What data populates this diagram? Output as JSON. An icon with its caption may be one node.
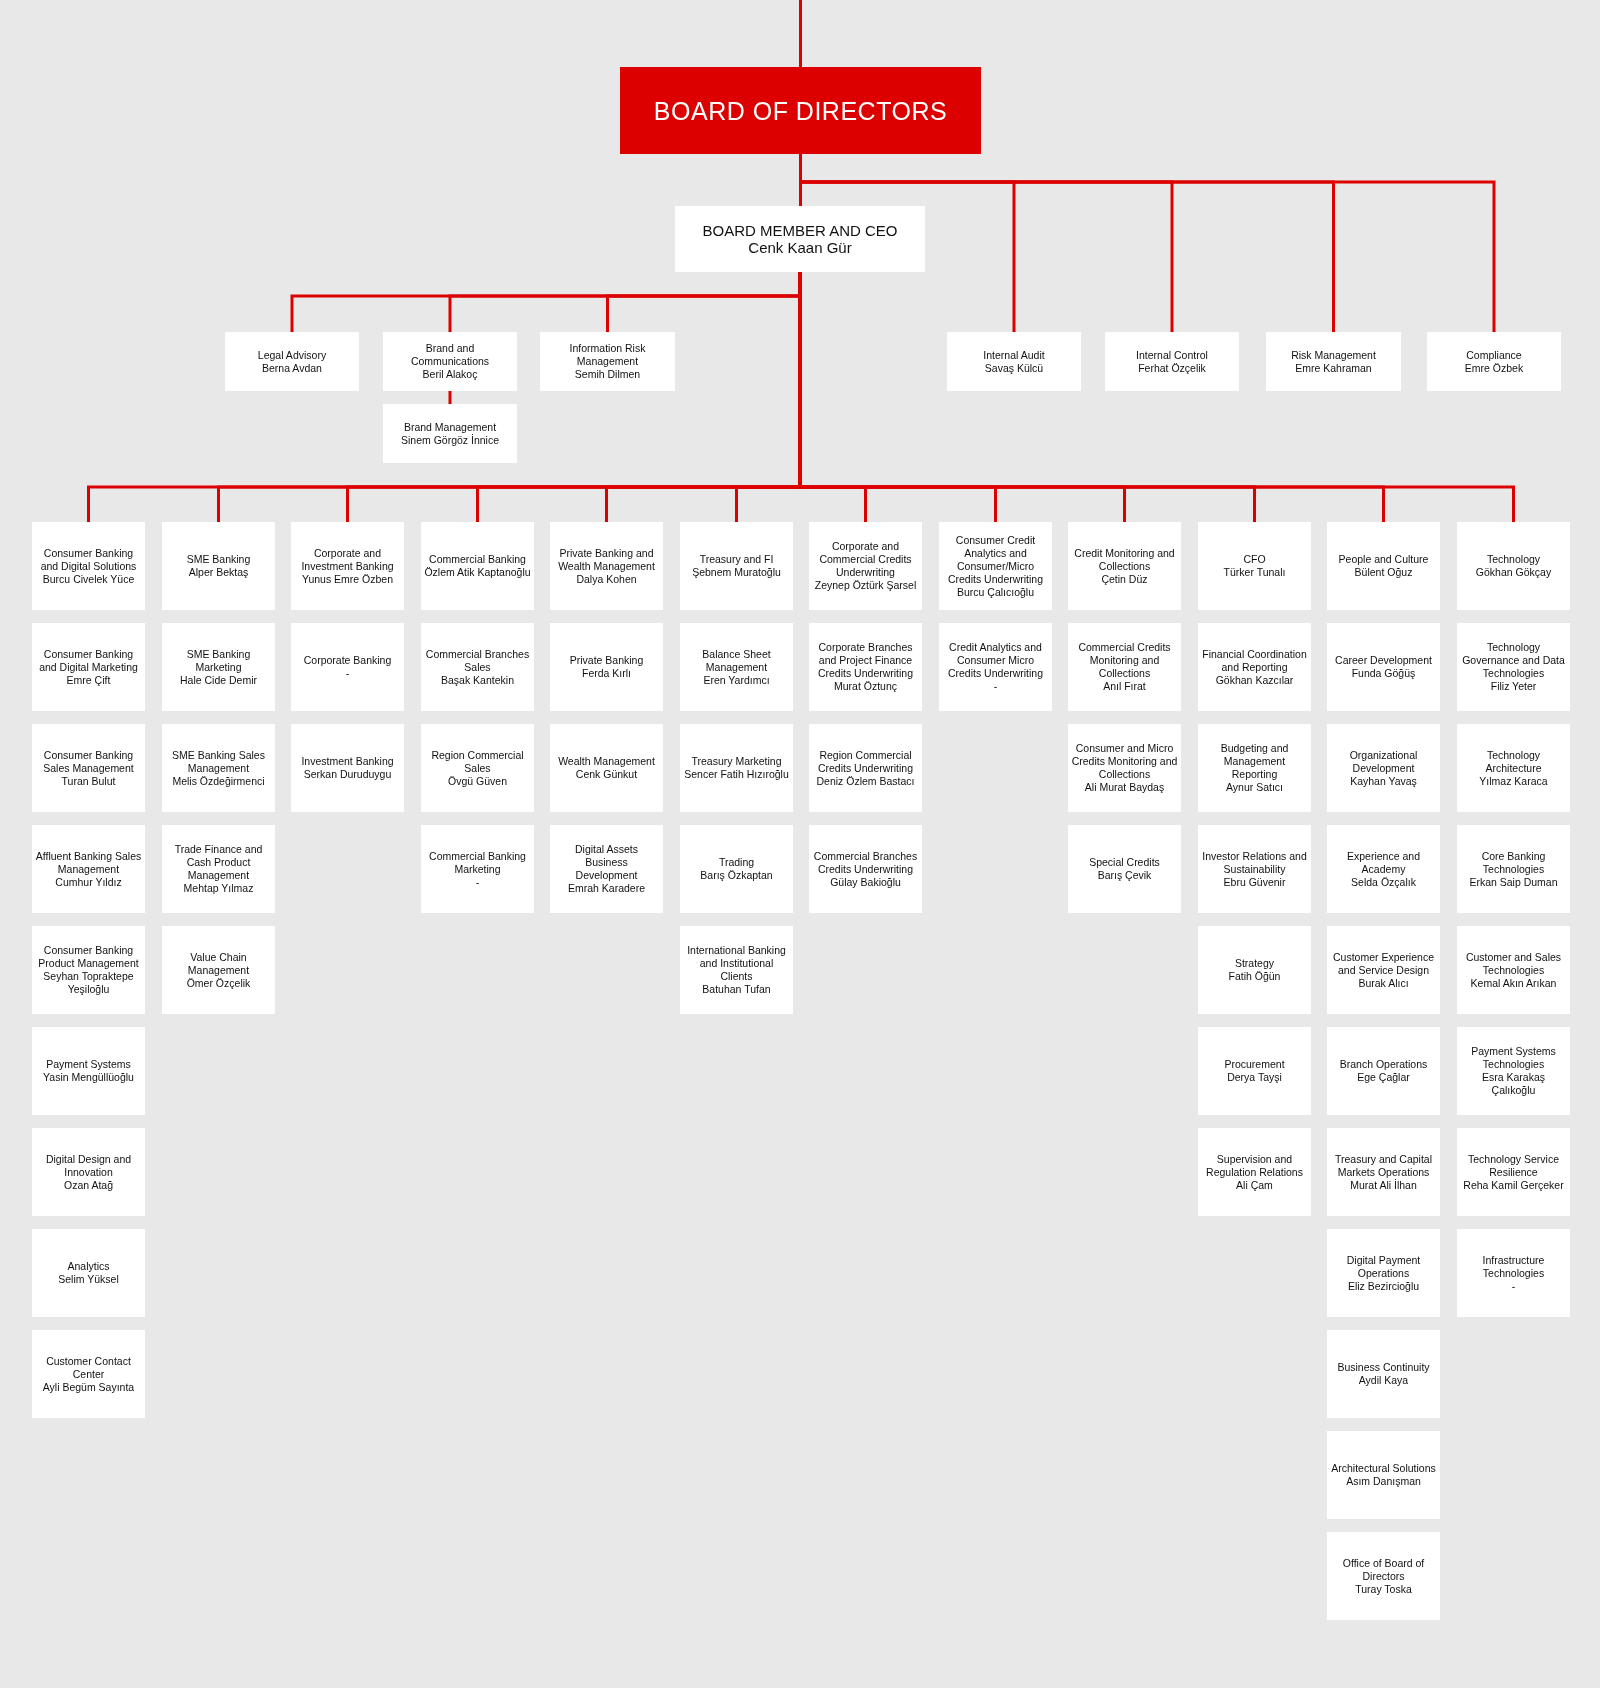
{
  "diagram": {
    "nodes": [
      {
        "text": [
          "BOARD OF DIRECTORS"
        ]
      },
      {
        "text": [
          "BOARD MEMBER AND CEO",
          "Cenk Kaan Gür"
        ]
      },
      {
        "text": [
          "Legal Advisory",
          "Berna Avdan"
        ]
      },
      {
        "text": [
          "Brand and Communications",
          "Beril Alakoç"
        ]
      },
      {
        "text": [
          "Information Risk Management",
          "Semih Dilmen"
        ]
      },
      {
        "text": [
          "Brand Management",
          "Sinem Görgöz İnnice"
        ]
      },
      {
        "text": [
          "Internal Audit",
          "Savaş Külcü"
        ]
      },
      {
        "text": [
          "Internal Control",
          "Ferhat Özçelik"
        ]
      },
      {
        "text": [
          "Risk Management",
          "Emre Kahraman"
        ]
      },
      {
        "text": [
          "Compliance",
          "Emre Özbek"
        ]
      },
      {
        "text": [
          "Consumer Banking and Digital Solutions",
          "Burcu Civelek Yüce"
        ]
      },
      {
        "text": [
          "Consumer Banking and Digital Marketing",
          "Emre Çift"
        ]
      },
      {
        "text": [
          "Consumer Banking Sales Management",
          "Turan Bulut"
        ]
      },
      {
        "text": [
          "Affluent Banking Sales Management",
          "Cumhur Yıldız"
        ]
      },
      {
        "text": [
          "Consumer Banking Product Management",
          "Seyhan Topraktepe Yeşiloğlu"
        ]
      },
      {
        "text": [
          "Payment Systems",
          "Yasin Mengüllüoğlu"
        ]
      },
      {
        "text": [
          "Digital Design and Innovation",
          "Ozan Atağ"
        ]
      },
      {
        "text": [
          "Analytics",
          "Selim Yüksel"
        ]
      },
      {
        "text": [
          "Customer Contact Center",
          "Ayli Begüm Sayınta"
        ]
      },
      {
        "text": [
          "SME Banking",
          "Alper Bektaş"
        ]
      },
      {
        "text": [
          "SME Banking Marketing",
          "Hale Cide Demir"
        ]
      },
      {
        "text": [
          "SME Banking Sales Management",
          "Melis Özdeğirmenci"
        ]
      },
      {
        "text": [
          "Trade Finance and Cash Product Management",
          "Mehtap Yılmaz"
        ]
      },
      {
        "text": [
          "Value Chain Management",
          "Ömer Özçelik"
        ]
      },
      {
        "text": [
          "Corporate and Investment Banking",
          "Yunus Emre Özben"
        ]
      },
      {
        "text": [
          "Corporate Banking",
          "-"
        ]
      },
      {
        "text": [
          "Investment Banking",
          "Serkan Duruduygu"
        ]
      },
      {
        "text": [
          "Commercial Banking",
          "Özlem Atik Kaptanoğlu"
        ]
      },
      {
        "text": [
          "Commercial Branches Sales",
          "Başak Kantekin"
        ]
      },
      {
        "text": [
          "Region Commercial Sales",
          "Övgü Güven"
        ]
      },
      {
        "text": [
          "Commercial Banking Marketing",
          "-"
        ]
      },
      {
        "text": [
          "Private Banking and Wealth Management",
          "Dalya Kohen"
        ]
      },
      {
        "text": [
          "Private Banking",
          "Ferda Kırlı"
        ]
      },
      {
        "text": [
          "Wealth Management",
          "Cenk Günkut"
        ]
      },
      {
        "text": [
          "Digital Assets Business Development",
          "Emrah Karadere"
        ]
      },
      {
        "text": [
          "Treasury and FI",
          "Şebnem Muratoğlu"
        ]
      },
      {
        "text": [
          "Balance Sheet Management",
          "Eren Yardımcı"
        ]
      },
      {
        "text": [
          "Treasury Marketing",
          "Sencer Fatih Hızıroğlu"
        ]
      },
      {
        "text": [
          "Trading",
          "Barış Özkaptan"
        ]
      },
      {
        "text": [
          "International Banking and Institutional Clients",
          "Batuhan Tufan"
        ]
      },
      {
        "text": [
          "Corporate and Commercial Credits Underwriting",
          "Zeynep Öztürk Şarsel"
        ]
      },
      {
        "text": [
          "Corporate Branches and Project Finance Credits Underwriting",
          "Murat Öztunç"
        ]
      },
      {
        "text": [
          "Region Commercial Credits Underwriting",
          "Deniz Özlem Bastacı"
        ]
      },
      {
        "text": [
          "Commercial Branches Credits Underwriting",
          "Gülay Bakioğlu"
        ]
      },
      {
        "text": [
          "Consumer Credit Analytics and Consumer/Micro Credits Underwriting",
          "Burcu Çalıcıoğlu"
        ]
      },
      {
        "text": [
          "Credit Analytics and Consumer Micro Credits Underwriting",
          "-"
        ]
      },
      {
        "text": [
          "Credit Monitoring and Collections",
          "Çetin Düz"
        ]
      },
      {
        "text": [
          "Commercial Credits Monitoring and Collections",
          "Anıl Fırat"
        ]
      },
      {
        "text": [
          "Consumer and Micro Credits Monitoring and Collections",
          "Ali Murat Baydaş"
        ]
      },
      {
        "text": [
          "Special Credits",
          "Barış Çevik"
        ]
      },
      {
        "text": [
          "CFO",
          "Türker Tunalı"
        ]
      },
      {
        "text": [
          "Financial Coordination and Reporting",
          "Gökhan Kazcılar"
        ]
      },
      {
        "text": [
          "Budgeting and Management Reporting",
          "Aynur Satıcı"
        ]
      },
      {
        "text": [
          "Investor Relations and Sustainability",
          "Ebru Güvenir"
        ]
      },
      {
        "text": [
          "Strategy",
          "Fatih Öğün"
        ]
      },
      {
        "text": [
          "Procurement",
          "Derya Tayşi"
        ]
      },
      {
        "text": [
          "Supervision and Regulation Relations",
          "Ali Çam"
        ]
      },
      {
        "text": [
          "People and Culture",
          "Bülent Oğuz"
        ]
      },
      {
        "text": [
          "Career Development",
          "Funda Göğüş"
        ]
      },
      {
        "text": [
          "Organizational Development",
          "Kayhan Yavaş"
        ]
      },
      {
        "text": [
          "Experience and Academy",
          "Selda Özçalık"
        ]
      },
      {
        "text": [
          "Customer Experience and Service Design",
          "Burak Alıcı"
        ]
      },
      {
        "text": [
          "Branch Operations",
          "Ege Çağlar"
        ]
      },
      {
        "text": [
          "Treasury and Capital Markets Operations",
          "Murat Ali İlhan"
        ]
      },
      {
        "text": [
          "Digital Payment Operations",
          "Eliz Bezircioğlu"
        ]
      },
      {
        "text": [
          "Business Continuity",
          "Aydil Kaya"
        ]
      },
      {
        "text": [
          "Architectural Solutions",
          "Asım Danışman"
        ]
      },
      {
        "text": [
          "Office of Board of Directors",
          "Turay Toska"
        ]
      },
      {
        "text": [
          "Technology",
          "Gökhan Gökçay"
        ]
      },
      {
        "text": [
          "Technology Governance and Data Technologies",
          "Filiz Yeter"
        ]
      },
      {
        "text": [
          "Technology Architecture",
          "Yılmaz Karaca"
        ]
      },
      {
        "text": [
          "Core Banking Technologies",
          "Erkan Saip Duman"
        ]
      },
      {
        "text": [
          "Customer and Sales Technologies",
          "Kemal Akın Arıkan"
        ]
      },
      {
        "text": [
          "Payment Systems Technologies",
          "Esra Karakaş Çalıkoğlu"
        ]
      },
      {
        "text": [
          "Technology Service Resilience",
          "Reha Kamil Gerçeker"
        ]
      },
      {
        "text": [
          "Infrastructure Technologies",
          "-"
        ]
      }
    ],
    "edges": [
      {
        "from": null,
        "to": 0,
        "arrow": "none"
      },
      {
        "from": 0,
        "to": 1,
        "arrow": "none"
      },
      {
        "from": 0,
        "to": 6,
        "arrow": "none"
      },
      {
        "from": 0,
        "to": 7,
        "arrow": "none"
      },
      {
        "from": 0,
        "to": 8,
        "arrow": "none"
      },
      {
        "from": 0,
        "to": 9,
        "arrow": "none"
      },
      {
        "from": 1,
        "to": 2,
        "arrow": "none"
      },
      {
        "from": 1,
        "to": 3,
        "arrow": "none"
      },
      {
        "from": 1,
        "to": 4,
        "arrow": "none"
      },
      {
        "from": 3,
        "to": 5,
        "arrow": "none"
      },
      {
        "from": 1,
        "to": 10,
        "arrow": "none"
      },
      {
        "from": 1,
        "to": 19,
        "arrow": "none"
      },
      {
        "from": 1,
        "to": 24,
        "arrow": "none"
      },
      {
        "from": 1,
        "to": 27,
        "arrow": "none"
      },
      {
        "from": 1,
        "to": 31,
        "arrow": "none"
      },
      {
        "from": 1,
        "to": 35,
        "arrow": "none"
      },
      {
        "from": 1,
        "to": 40,
        "arrow": "none"
      },
      {
        "from": 1,
        "to": 44,
        "arrow": "none"
      },
      {
        "from": 1,
        "to": 46,
        "arrow": "none"
      },
      {
        "from": 1,
        "to": 50,
        "arrow": "none"
      },
      {
        "from": 1,
        "to": 57,
        "arrow": "none"
      },
      {
        "from": 1,
        "to": 68,
        "arrow": "none"
      }
    ]
  }
}
